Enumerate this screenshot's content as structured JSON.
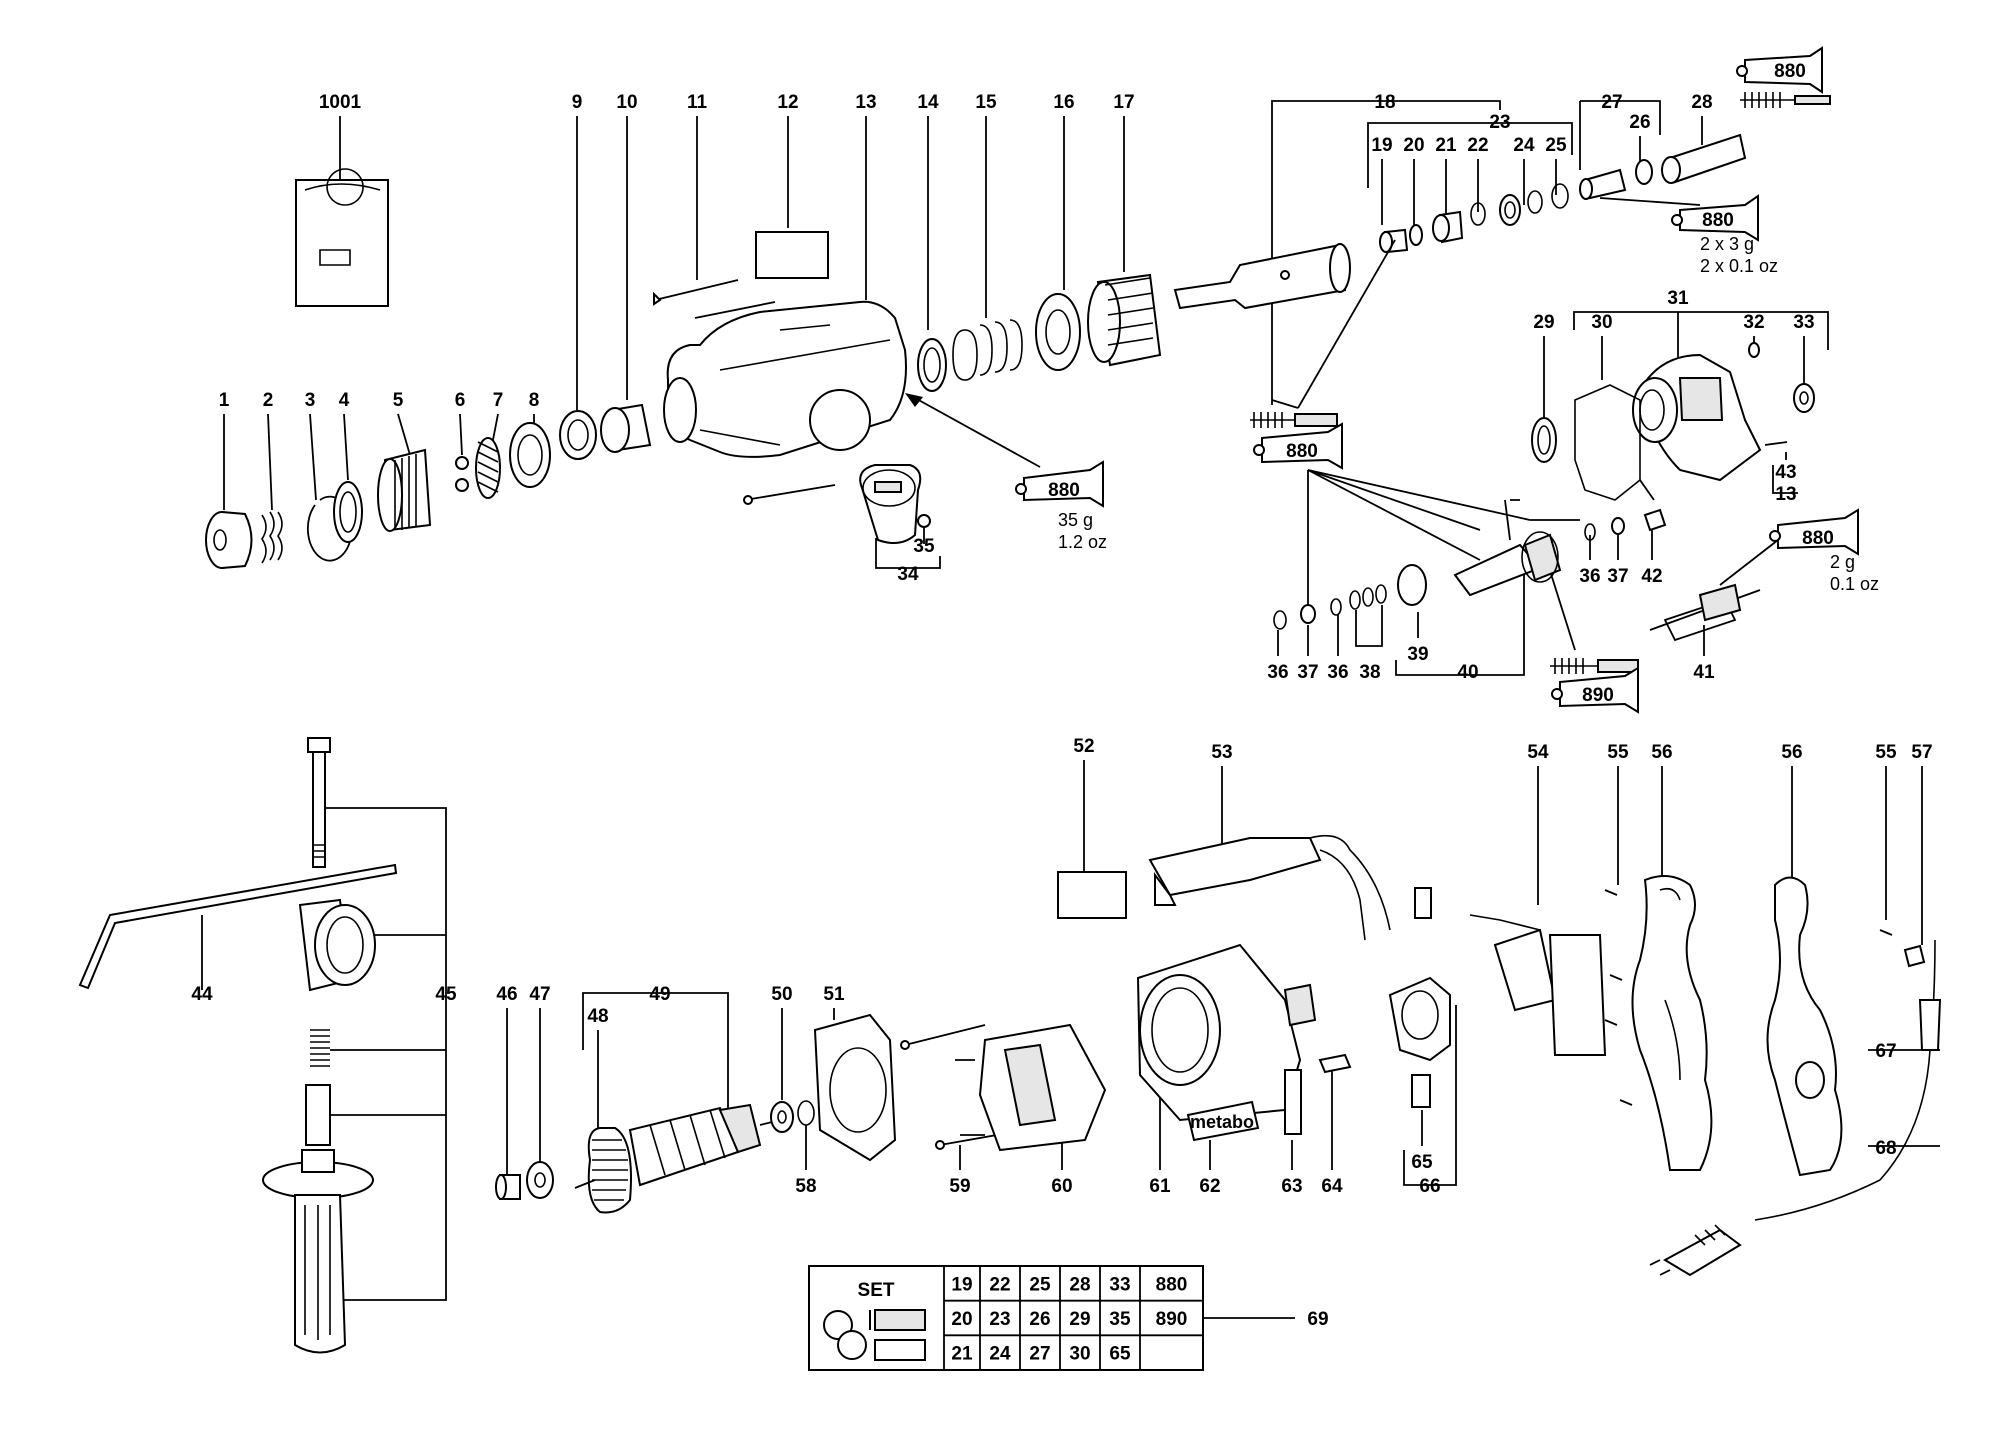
{
  "labels": {
    "n1001": "1001",
    "n1": "1",
    "n2": "2",
    "n3": "3",
    "n4": "4",
    "n5": "5",
    "n6": "6",
    "n7": "7",
    "n8": "8",
    "n9": "9",
    "n10": "10",
    "n11": "11",
    "n12": "12",
    "n13": "13",
    "n14": "14",
    "n15": "15",
    "n16": "16",
    "n17": "17",
    "n18": "18",
    "n19": "19",
    "n20": "20",
    "n21": "21",
    "n22": "22",
    "n23": "23",
    "n24": "24",
    "n25": "25",
    "n26": "26",
    "n27": "27",
    "n28": "28",
    "n29": "29",
    "n30": "30",
    "n31": "31",
    "n32": "32",
    "n33": "33",
    "n34": "34",
    "n35": "35",
    "n36a": "36",
    "n36b": "36",
    "n36c": "36",
    "n37a": "37",
    "n37b": "37",
    "n38": "38",
    "n39": "39",
    "n40": "40",
    "n41": "41",
    "n42": "42",
    "n43": "43",
    "n13b": "13",
    "n44": "44",
    "n45": "45",
    "n46": "46",
    "n47": "47",
    "n48": "48",
    "n49": "49",
    "n50": "50",
    "n51": "51",
    "n52": "52",
    "n53": "53",
    "n54": "54",
    "n55a": "55",
    "n55b": "55",
    "n56a": "56",
    "n56b": "56",
    "n57": "57",
    "n58": "58",
    "n59": "59",
    "n60": "60",
    "n61": "61",
    "n62": "62",
    "n63": "63",
    "n64": "64",
    "n65": "65",
    "n66": "66",
    "n67": "67",
    "n68": "68",
    "n69": "69"
  },
  "tubes": {
    "t880_top": "880",
    "t880_mid": "880",
    "t880_left": "880",
    "t880_center": "880",
    "t880_right": "880",
    "t890": "890"
  },
  "notes": {
    "grease35g": "35 g",
    "grease12oz": "1.2 oz",
    "grease2x3g": "2 x 3 g",
    "grease2x01oz": "2 x 0.1 oz",
    "grease2g": "2 g",
    "grease01oz": "0.1 oz"
  },
  "brand": "metabo",
  "set_table": {
    "title": "SET",
    "rows": [
      [
        "19",
        "22",
        "25",
        "28",
        "33",
        "880"
      ],
      [
        "20",
        "23",
        "26",
        "29",
        "35",
        "890"
      ],
      [
        "21",
        "24",
        "27",
        "30",
        "65",
        ""
      ]
    ]
  },
  "colors": {
    "line": "#000000",
    "fill": "#ffffff",
    "shade": "#e6e6e6"
  }
}
